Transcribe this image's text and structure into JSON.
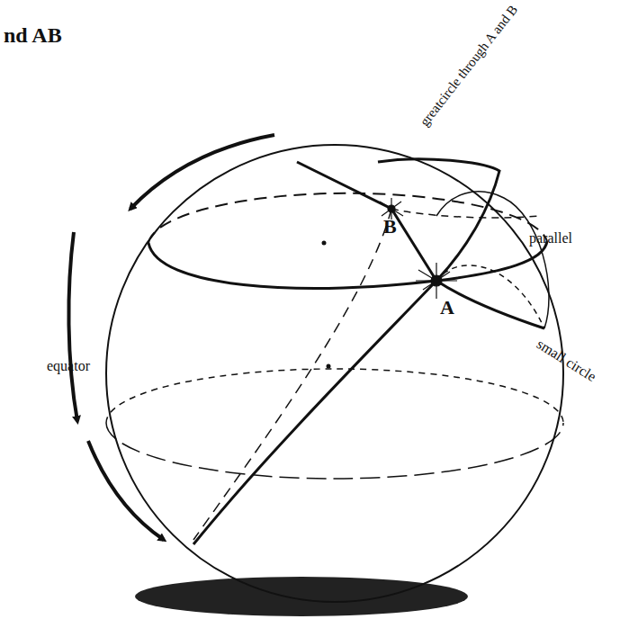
{
  "diagram": {
    "labels": [
      "nd AB",
      "greatcircle through A and B",
      "parallel",
      "small circle",
      "equator",
      "B",
      "A"
    ]
  }
}
